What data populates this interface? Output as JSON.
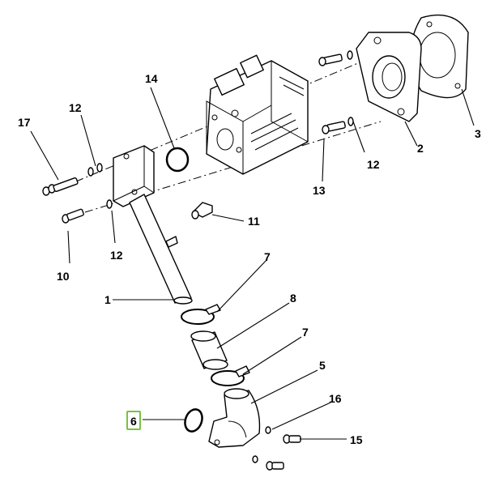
{
  "callouts": {
    "c1": "1",
    "c2": "2",
    "c3": "3",
    "c5": "5",
    "c6": "6",
    "c7a": "7",
    "c7b": "7",
    "c8": "8",
    "c10": "10",
    "c11": "11",
    "c12a": "12",
    "c12b": "12",
    "c12c": "12",
    "c13": "13",
    "c14": "14",
    "c15": "15",
    "c16": "16",
    "c17": "17"
  },
  "highlight": {
    "callout": "6",
    "color": "#7ac142"
  }
}
